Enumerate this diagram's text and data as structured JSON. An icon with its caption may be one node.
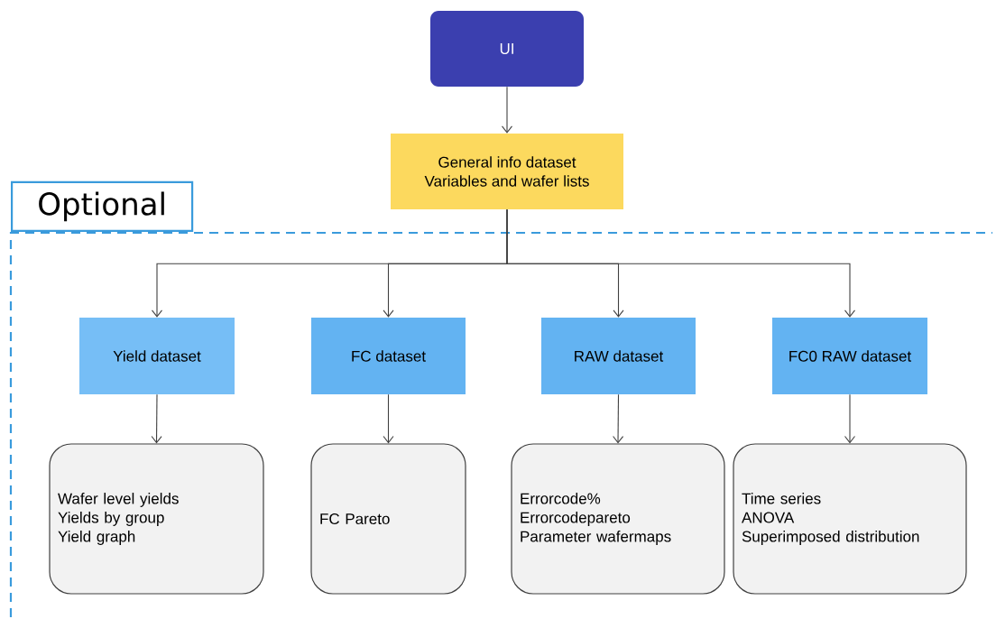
{
  "diagram": {
    "nodes": [
      {
        "text": [
          "UI"
        ]
      },
      {
        "text": [
          "General info dataset",
          "Variables and wafer lists"
        ]
      },
      {
        "text": [
          "Optional"
        ]
      },
      {
        "text": [
          "Yield dataset"
        ],
        "in": 2
      },
      {
        "text": [
          "FC dataset"
        ],
        "in": 2
      },
      {
        "text": [
          "RAW dataset"
        ],
        "in": 2
      },
      {
        "text": [
          "FC0 RAW dataset"
        ],
        "in": 2
      },
      {
        "text": [
          "Wafer level yields",
          "Yields by group",
          "Yield graph"
        ],
        "in": 2
      },
      {
        "text": [
          "FC Pareto"
        ],
        "in": 2
      },
      {
        "text": [
          "Errorcode%",
          "Errorcodepareto",
          "Parameter wafermaps"
        ],
        "in": 2
      },
      {
        "text": [
          "Time series",
          "ANOVA",
          "Superimposed distribution"
        ],
        "in": 2
      }
    ],
    "edges": [
      {
        "from": 0,
        "to": 1,
        "arrow": "to"
      },
      {
        "from": 1,
        "to": 3,
        "arrow": "to"
      },
      {
        "from": 1,
        "to": 4,
        "arrow": "to"
      },
      {
        "from": 1,
        "to": 5,
        "arrow": "to"
      },
      {
        "from": 1,
        "to": 6,
        "arrow": "to"
      },
      {
        "from": 3,
        "to": 7,
        "arrow": "to"
      },
      {
        "from": 4,
        "to": 8,
        "arrow": "to"
      },
      {
        "from": 5,
        "to": 9,
        "arrow": "to"
      },
      {
        "from": 6,
        "to": 10,
        "arrow": "to"
      }
    ]
  }
}
